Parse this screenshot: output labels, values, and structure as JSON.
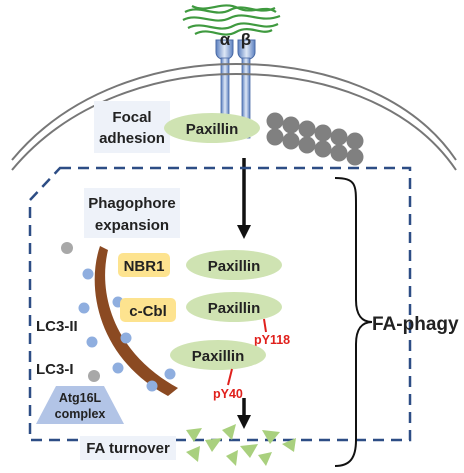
{
  "integrin": {
    "alpha": "α",
    "beta": "β"
  },
  "labels": {
    "focal_adhesion_line1": "Focal",
    "focal_adhesion_line2": "adhesion",
    "phagophore_line1": "Phagophore",
    "phagophore_line2": "expansion",
    "lc3_ii": "LC3-II",
    "lc3_i": "LC3-I",
    "atg16l_line1": "Atg16L",
    "atg16l_line2": "complex",
    "fa_turnover": "FA turnover",
    "fa_phagy": "FA-phagy"
  },
  "proteins": {
    "paxillin_top": "Paxillin",
    "nbr1": "NBR1",
    "paxillin_1": "Paxillin",
    "cbl": "c-Cbl",
    "paxillin_2": "Paxillin",
    "paxillin_3": "Paxillin"
  },
  "phospho": {
    "y118": "pY118",
    "y40": "pY40"
  },
  "colors": {
    "paxillin_fill": "#cfe3b2",
    "adaptor_fill": "#fde38f",
    "lc3_dot": "#8faedf",
    "actin": "#808080",
    "phagophore": "#8b4a22",
    "dash_border": "#2d4d85",
    "label_bg": "#eef2f9",
    "atg16l_fill": "#b2c4e6",
    "fragment": "#a9d07e",
    "phospho_red": "#e0201c"
  }
}
